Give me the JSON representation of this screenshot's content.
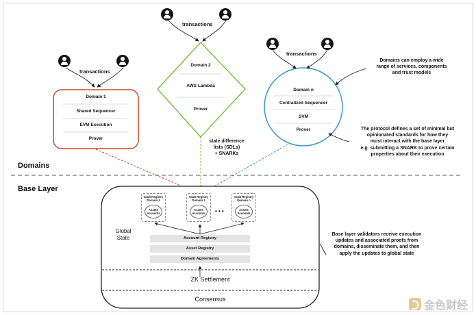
{
  "domains": {
    "d1": {
      "rows": [
        "Domain 1",
        "Shared Sequencer",
        "EVM Execution",
        "Prover"
      ],
      "color": "#d1492f"
    },
    "d2": {
      "rows": [
        "Domain 2",
        "AWS Lambda",
        "Prover"
      ],
      "color": "#7fbf3f"
    },
    "dn": {
      "rows": [
        "Domain n",
        "Centralized Sequencer",
        "SVM",
        "Prover"
      ],
      "color": "#3a96d0"
    }
  },
  "transactions_label": "transactions",
  "state_diff_label": "state difference\nlists (SDLs)\n+ SNARKs",
  "note_domains": "Domains can employ a wide\nrange of services, components\nand trust models",
  "note_protocol": "The protocol defines a set of minimal but\nopinionated standards for how they\nmust interact with the base layer\ne.g. submitting a SNARK to prove certain\nproperties about their execution",
  "note_validators": "Base layer validators receive execution\nupdates and associated proofs from\ndomains, disseminate them, and then\napply the updates to global state",
  "layer_domains": "Domains",
  "layer_base": "Base Layer",
  "base": {
    "global_state": "Global\nState",
    "vaults": [
      {
        "title": "Vault Registry\nDomain 1",
        "assets": "Assets\nAccounts"
      },
      {
        "title": "Vault Registry\nDomain 2",
        "assets": "Assets\nAccounts"
      },
      {
        "title": "Vault Registry\nDomain n",
        "assets": "Assets\nAccounts"
      }
    ],
    "ellipsis": "• • •",
    "registries": [
      "Account Registry",
      "Asset Registry",
      "Domain Agreements"
    ],
    "zk_settlement": "ZK Settlement",
    "consensus": "Consensus"
  },
  "watermark": "金色财经"
}
